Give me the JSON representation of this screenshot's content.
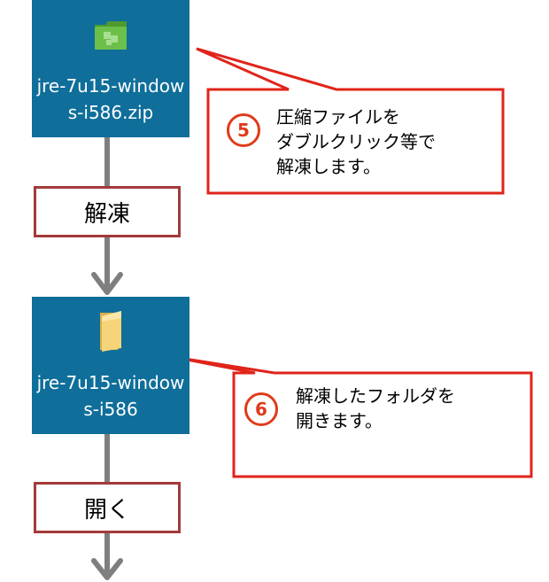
{
  "items": [
    {
      "filename": "jre-7u15-window\ns-i586.zip",
      "icon": "zip-folder-icon",
      "icon_color": "#5fae3a"
    },
    {
      "filename": "jre-7u15-window\ns-i586",
      "icon": "folder-icon",
      "icon_color": "#f2cf68"
    }
  ],
  "steps": {
    "extract": "解凍",
    "open": "開く"
  },
  "callouts": [
    {
      "number": "5",
      "text": "圧縮ファイルを\nダブルクリック等で\n解凍します。"
    },
    {
      "number": "6",
      "text": "解凍したフォルダを\n開きます。"
    }
  ],
  "colors": {
    "tile_bg": "#0f6e9a",
    "callout_border": "#e0241a",
    "step_border": "#a43a3a",
    "arrow": "#7f7f7f"
  }
}
